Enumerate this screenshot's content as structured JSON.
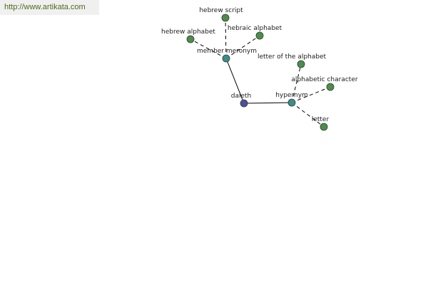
{
  "watermark": "http://www.artikata.com",
  "colors": {
    "center": "#4a4fa0",
    "relation": "#3d8c8c",
    "leaf": "#4e8c4e",
    "watermark_text": "#4f6a1b",
    "watermark_bg": "#f0f0f0"
  },
  "nodes": [
    {
      "id": "daleth",
      "label": "daleth",
      "kind": "center"
    },
    {
      "id": "member-meronym",
      "label": "member meronym",
      "kind": "relation"
    },
    {
      "id": "hypernym",
      "label": "hypernym",
      "kind": "relation"
    },
    {
      "id": "hebrew-script",
      "label": "hebrew script",
      "kind": "leaf"
    },
    {
      "id": "hebraic-alphabet",
      "label": "hebraic alphabet",
      "kind": "leaf"
    },
    {
      "id": "hebrew-alphabet",
      "label": "hebrew alphabet",
      "kind": "leaf"
    },
    {
      "id": "letter-of-the-alphabet",
      "label": "letter of the alphabet",
      "kind": "leaf"
    },
    {
      "id": "alphabetic-character",
      "label": "alphabetic character",
      "kind": "leaf"
    },
    {
      "id": "letter",
      "label": "letter",
      "kind": "leaf"
    }
  ],
  "edges": [
    {
      "from": "daleth",
      "to": "member-meronym",
      "style": "solid"
    },
    {
      "from": "daleth",
      "to": "hypernym",
      "style": "solid"
    },
    {
      "from": "member-meronym",
      "to": "hebrew-script",
      "style": "dashed"
    },
    {
      "from": "member-meronym",
      "to": "hebraic-alphabet",
      "style": "dashed"
    },
    {
      "from": "member-meronym",
      "to": "hebrew-alphabet",
      "style": "dashed"
    },
    {
      "from": "hypernym",
      "to": "letter-of-the-alphabet",
      "style": "dashed"
    },
    {
      "from": "hypernym",
      "to": "alphabetic-character",
      "style": "dashed"
    },
    {
      "from": "hypernym",
      "to": "letter",
      "style": "dashed"
    }
  ]
}
